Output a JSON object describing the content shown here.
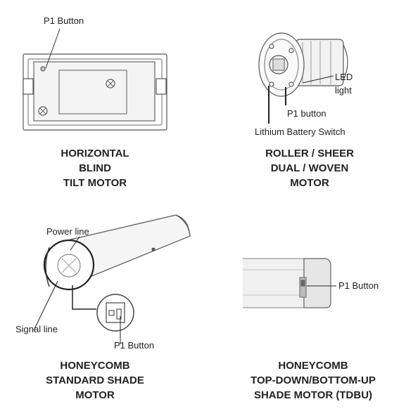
{
  "panels": {
    "horizontal_blind": {
      "callouts": {
        "p1_button": "P1 Button"
      },
      "title_lines": [
        "HORIZONTAL",
        "BLIND",
        "TILT MOTOR"
      ]
    },
    "roller_sheer": {
      "callouts": {
        "led_line1": "LED",
        "led_line2": "light",
        "p1_button": "P1 button",
        "battery_switch": "Lithium Battery Switch"
      },
      "title_lines": [
        "ROLLER / SHEER",
        "DUAL / WOVEN",
        "MOTOR"
      ]
    },
    "honeycomb_standard": {
      "callouts": {
        "power_line": "Power line",
        "signal_line": "Signal line",
        "p1_button": "P1 Button"
      },
      "title_lines": [
        "HONEYCOMB",
        "STANDARD SHADE",
        "MOTOR"
      ]
    },
    "honeycomb_tdbu": {
      "callouts": {
        "p1_button": "P1 Button"
      },
      "title_lines": [
        "HONEYCOMB",
        "TOP-DOWN/BOTTOM-UP",
        "SHADE MOTOR (TDBU)"
      ]
    }
  }
}
